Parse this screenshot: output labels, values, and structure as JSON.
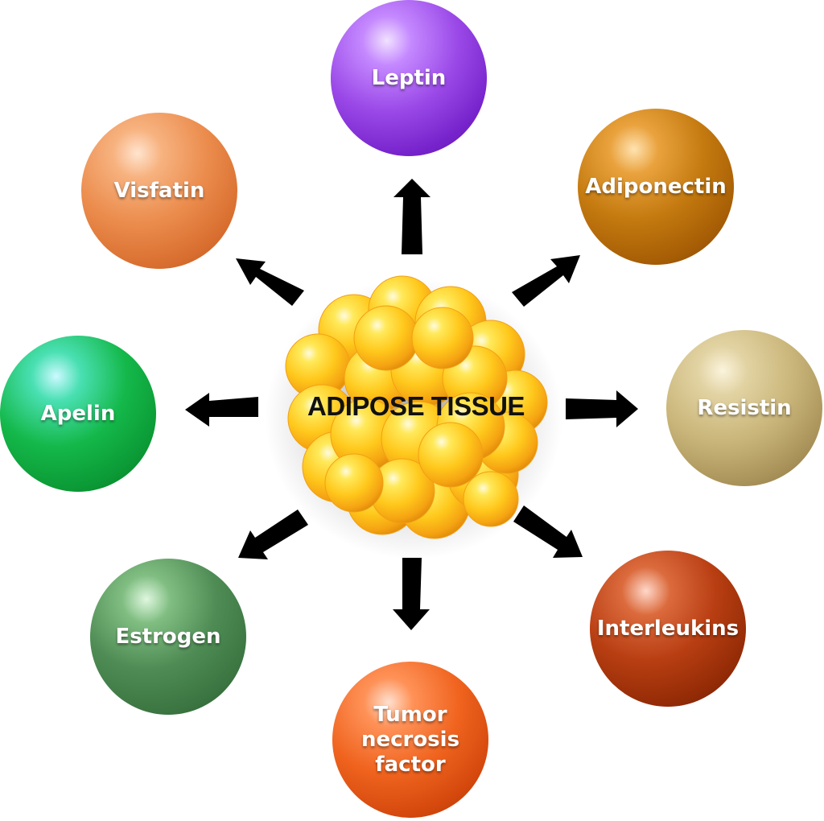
{
  "center": {
    "label": "ADIPOSE TISSUE"
  },
  "nodes": {
    "leptin": "Leptin",
    "adiponectin": "Adiponectin",
    "visfatin": "Visfatin",
    "resistin": "Resistin",
    "apelin": "Apelin",
    "interleukins": "Interleukins",
    "estrogen": "Estrogen",
    "tnf_line1": "Tumor",
    "tnf_line2": "necrosis",
    "tnf_line3": "factor"
  },
  "colors": {
    "leptin": "#9b4ae8",
    "adiponectin": "#c47a0f",
    "visfatin": "#eb8c4d",
    "resistin": "#cab67a",
    "apelin": "#14b84a",
    "interleukins": "#b83e12",
    "estrogen": "#4f8c55",
    "tnf": "#f0641f",
    "tissue": "#ffc61a",
    "arrow": "#000000"
  }
}
